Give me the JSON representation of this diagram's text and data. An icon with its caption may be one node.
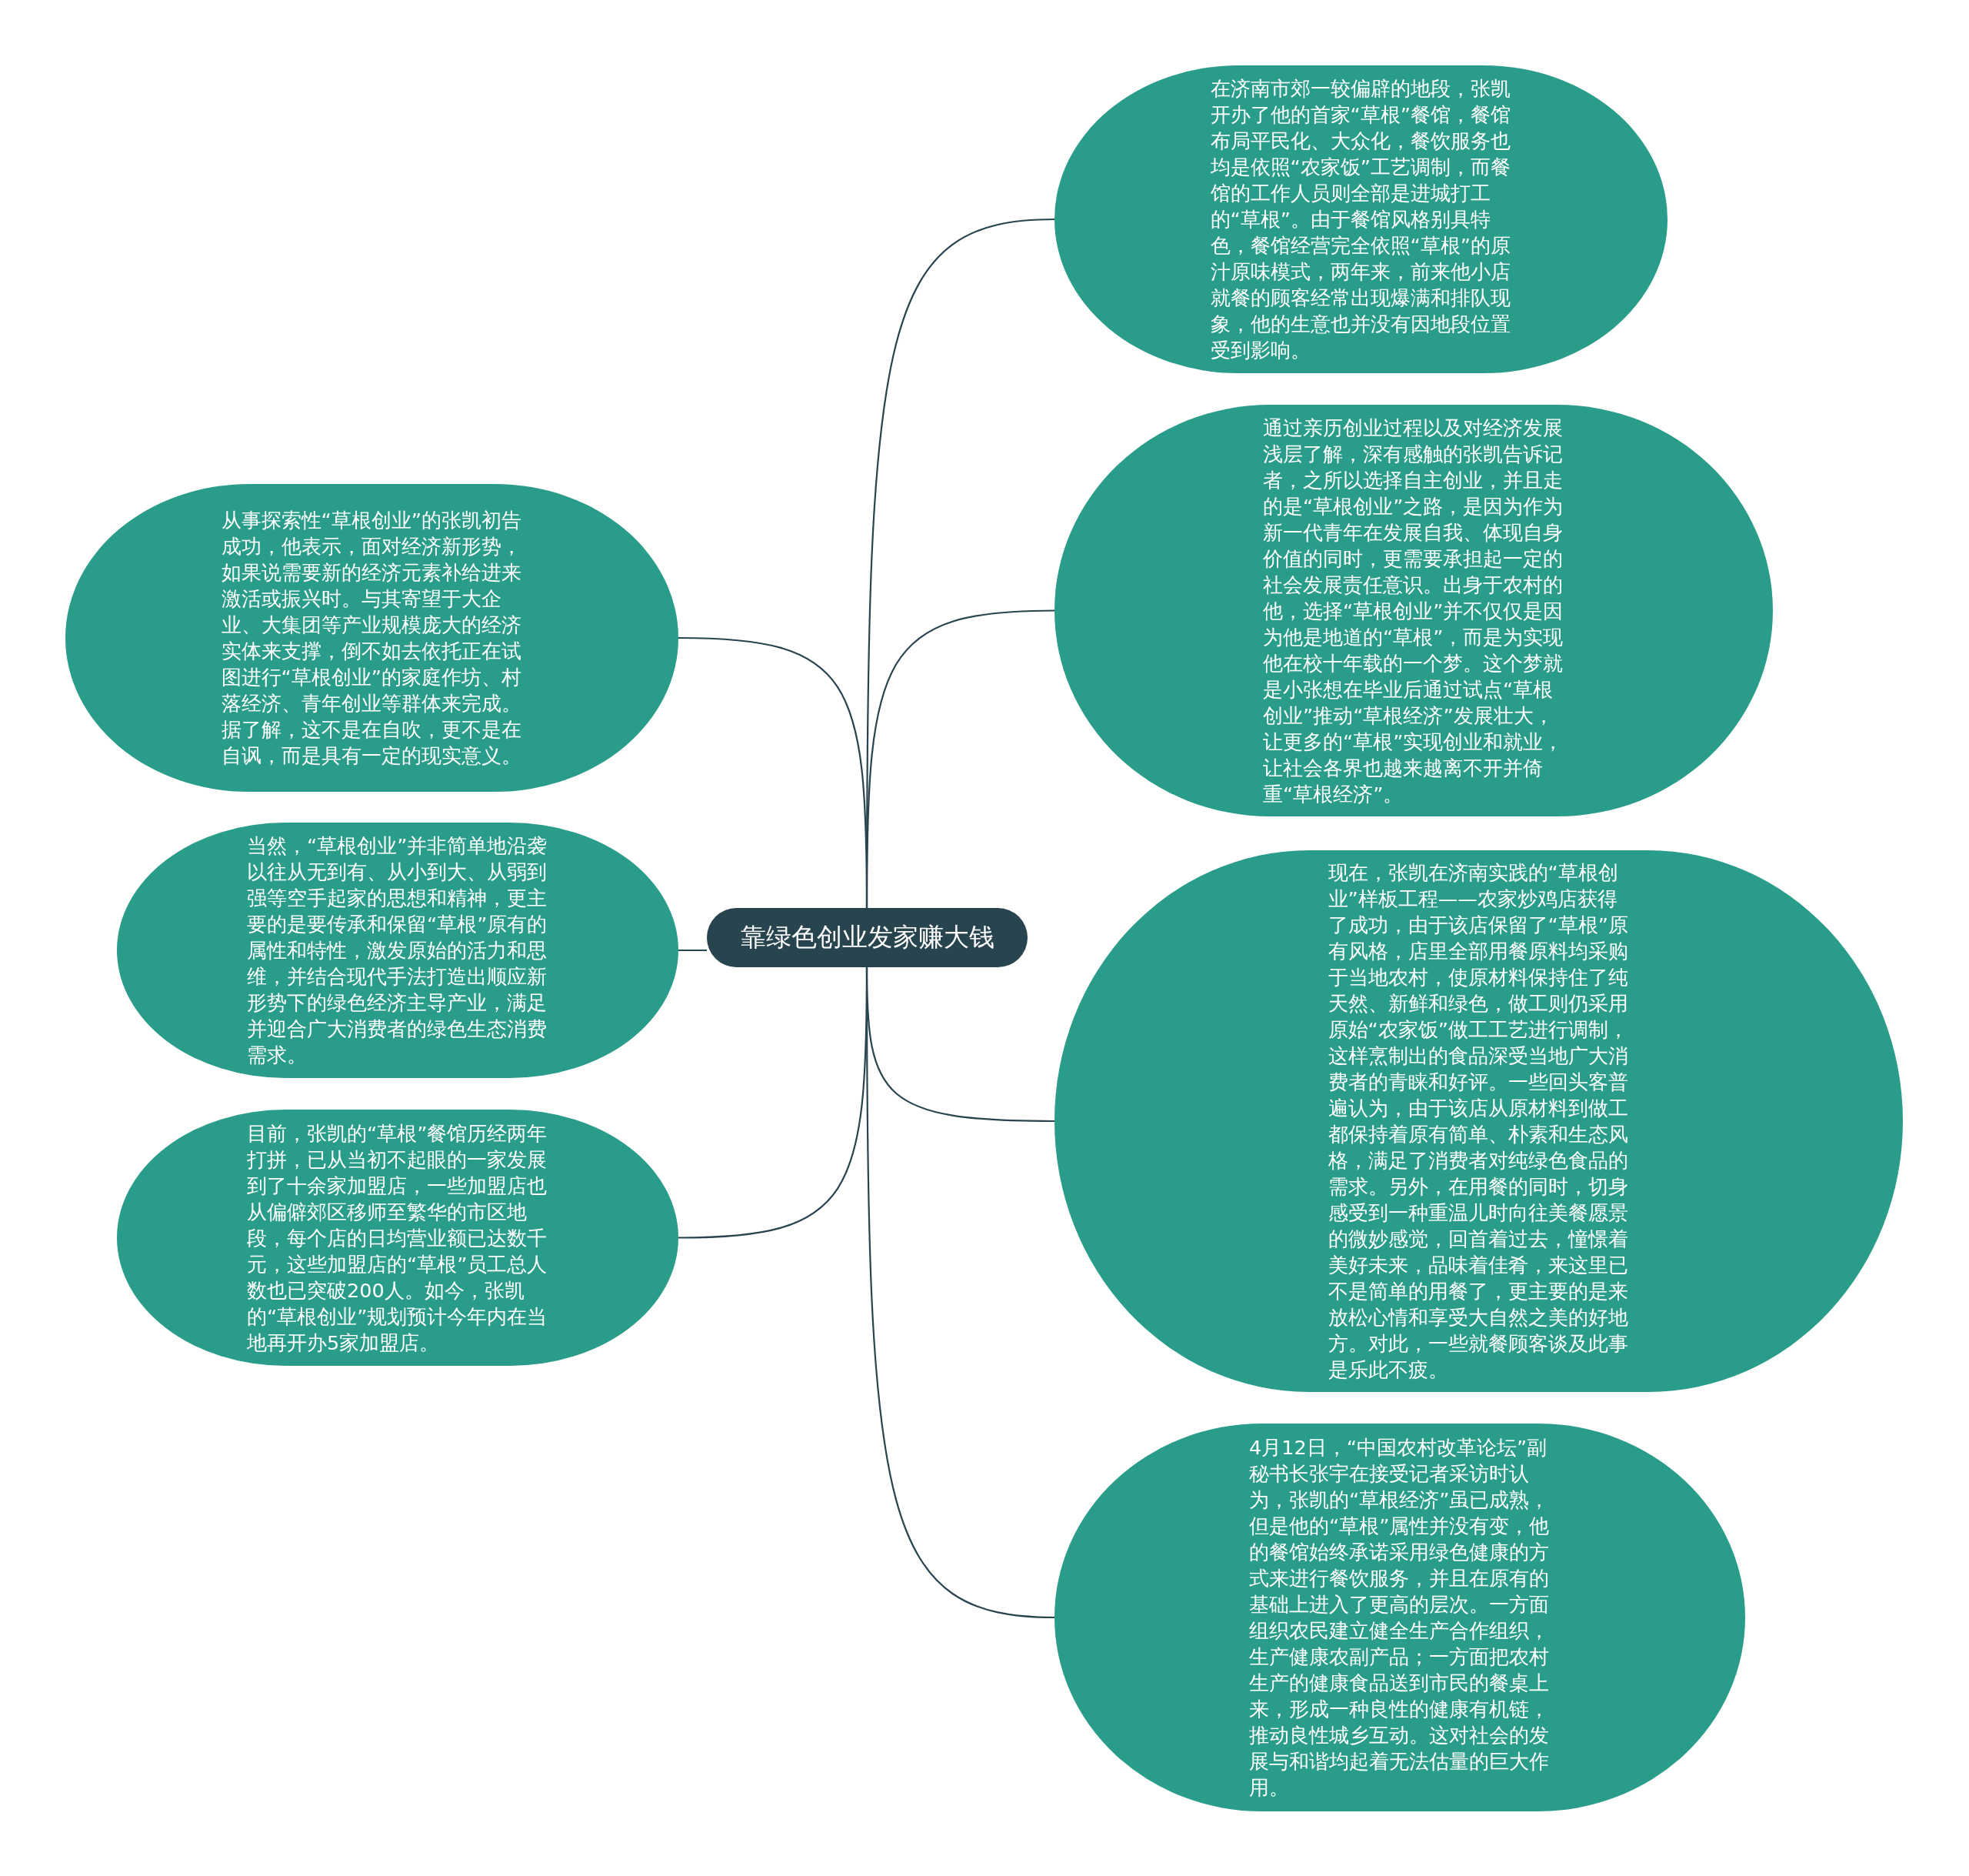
{
  "diagram": {
    "nodes": [
      {
        "text": [
          "靠绿色创业发家赚大钱"
        ]
      },
      {
        "text": [
          "在济南市郊一较偏辟的地段，张凯开办了他的首家“草根”餐馆，餐馆布局平民化、大众化，餐饮服务也均是依照“农家饭”工艺调制，而餐馆的工作人员则全部是进城打工的“草根”。由于餐馆风格别具特色，餐馆经营完全依照“草根”的原汁原味模式，两年来，前来他小店就餐的顾客经常出现爆满和排队现象，他的生意也并没有因地段位置受到影响。"
        ]
      },
      {
        "text": [
          "通过亲历创业过程以及对经济发展浅层了解，深有感触的张凯告诉记者，之所以选择自主创业，并且走的是“草根创业”之路，是因为作为新一代青年在发展自我、体现自身价值的同时，更需要承担起一定的社会发展责任意识。出身于农村的他，选择“草根创业”并不仅仅是因为他是地道的“草根”，而是为实现他在校十年载的一个梦。这个梦就是小张想在毕业后通过试点“草根创业”推动“草根经济”发展壮大，让更多的“草根”实现创业和就业，让社会各界也越来越离不开并倚重“草根经济”。"
        ]
      },
      {
        "text": [
          "现在，张凯在济南实践的“草根创业”样板工程——农家炒鸡店获得了成功，由于该店保留了“草根”原有风格，店里全部用餐原料均采购于当地农村，使原材料保持住了纯天然、新鲜和绿色，做工则仍采用原始“农家饭”做工工艺进行调制，这样烹制出的食品深受当地广大消费者的青睐和好评。一些回头客普遍认为，由于该店从原材料到做工都保持着原有简单、朴素和生态风格，满足了消费者对纯绿色食品的需求。另外，在用餐的同时，切身感受到一种重温儿时向往美餐愿景的微妙感觉，回首着过去，憧憬着美好未来，品味着佳肴，来这里已不是简单的用餐了，更主要的是来放松心情和享受大自然之美的好地方。对此，一些就餐顾客谈及此事是乐此不疲。"
        ]
      },
      {
        "text": [
          "4月12日，“中国农村改革论坛”副秘书长张宇在接受记者采访时认为，张凯的“草根经济”虽已成熟，但是他的“草根”属性并没有变，他的餐馆始终承诺采用绿色健康的方式来进行餐饮服务，并且在原有的基础上进入了更高的层次。一方面组织农民建立健全生产合作组织，生产健康农副产品；一方面把农村生产的健康食品送到市民的餐桌上来，形成一种良性的健康有机链，推动良性城乡互动。这对社会的发展与和谐均起着无法估量的巨大作用。"
        ]
      },
      {
        "text": [
          "从事探索性“草根创业”的张凯初告成功，他表示，面对经济新形势，如果说需要新的经济元素补给进来激活或振兴时。与其寄望于大企业、大集团等产业规模庞大的经济实体来支撑，倒不如去依托正在试图进行“草根创业”的家庭作坊、村落经济、青年创业等群体来完成。据了解，这不是在自吹，更不是在自讽，而是具有一定的现实意义。"
        ]
      },
      {
        "text": [
          "当然，“草根创业”并非简单地沿袭以往从无到有、从小到大、从弱到强等空手起家的思想和精神，更主要的是要传承和保留“草根”原有的属性和特性，激发原始的活力和思维，并结合现代手法打造出顺应新形势下的绿色经济主导产业，满足并迎合广大消费者的绿色生态消费需求。"
        ]
      },
      {
        "text": [
          "目前，张凯的“草根”餐馆历经两年打拼，已从当初不起眼的一家发展到了十余家加盟店，一些加盟店也从偏僻郊区移师至繁华的市区地段，每个店的日均营业额已达数千元，这些加盟店的“草根”员工总人数也已突破200人。如今，张凯的“草根创业”规划预计今年内在当地再开办5家加盟店。"
        ]
      }
    ],
    "edges": [
      {
        "from": 0,
        "to": 1,
        "arrow": "none"
      },
      {
        "from": 0,
        "to": 2,
        "arrow": "none"
      },
      {
        "from": 0,
        "to": 3,
        "arrow": "none"
      },
      {
        "from": 0,
        "to": 4,
        "arrow": "none"
      },
      {
        "from": 0,
        "to": 5,
        "arrow": "none"
      },
      {
        "from": 0,
        "to": 6,
        "arrow": "none"
      },
      {
        "from": 0,
        "to": 7,
        "arrow": "none"
      }
    ]
  }
}
